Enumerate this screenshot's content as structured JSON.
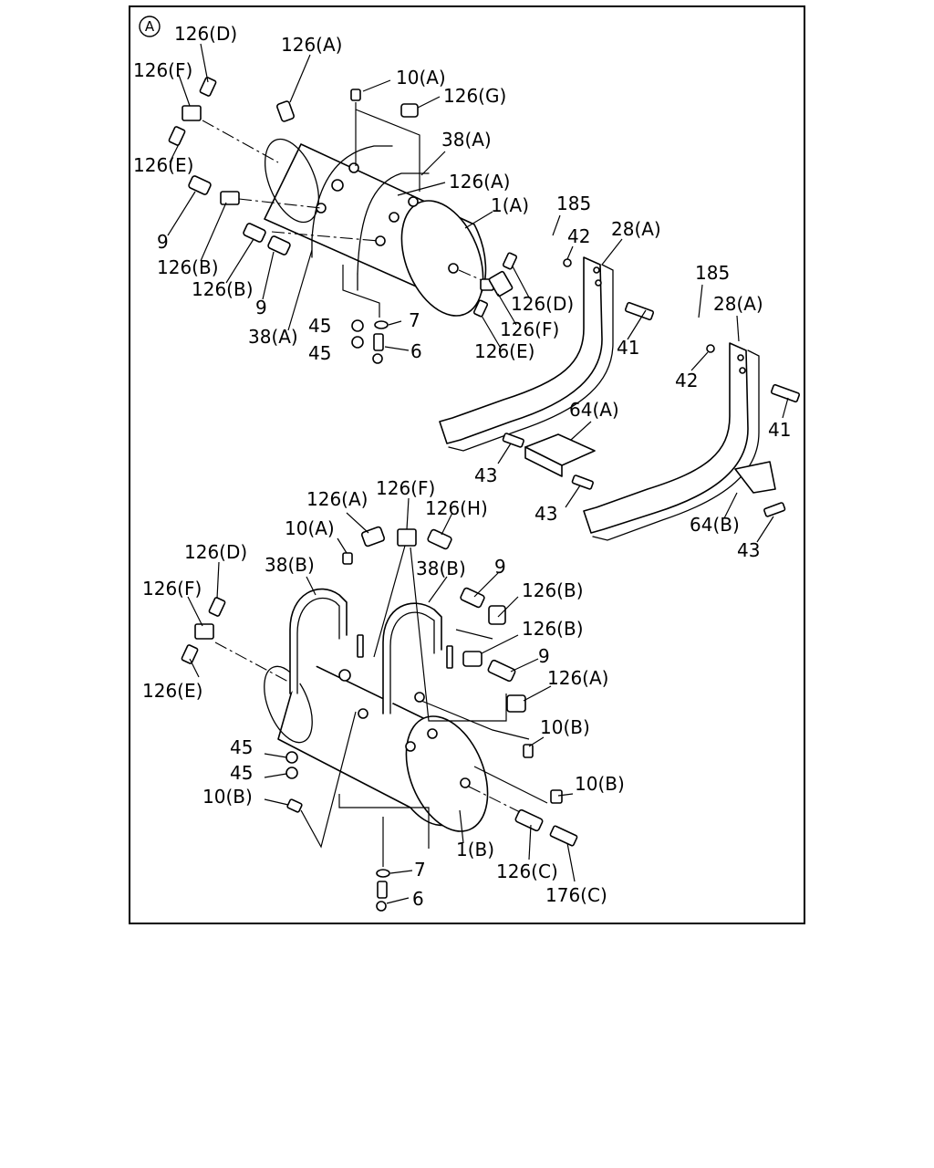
{
  "figure": {
    "view_marker": "A",
    "callouts": [
      "126(D)",
      "126(F)",
      "126(E)",
      "126(A)",
      "10(A)",
      "126(G)",
      "38(A)",
      "126(A)",
      "9",
      "1(A)",
      "126(B)",
      "126(B)",
      "9",
      "38(A)",
      "45",
      "45",
      "7",
      "6",
      "126(D)",
      "126(F)",
      "126(E)",
      "185",
      "42",
      "28(A)",
      "41",
      "185",
      "28(A)",
      "42",
      "41",
      "64(A)",
      "43",
      "43",
      "64(B)",
      "43",
      "126(A)",
      "126(F)",
      "126(H)",
      "10(A)",
      "126(D)",
      "38(B)",
      "38(B)",
      "126(F)",
      "9",
      "126(B)",
      "126(B)",
      "9",
      "126(E)",
      "126(A)",
      "45",
      "45",
      "10(B)",
      "10(B)",
      "10(B)",
      "1(B)",
      "7",
      "126(C)",
      "6",
      "176(C)"
    ]
  }
}
